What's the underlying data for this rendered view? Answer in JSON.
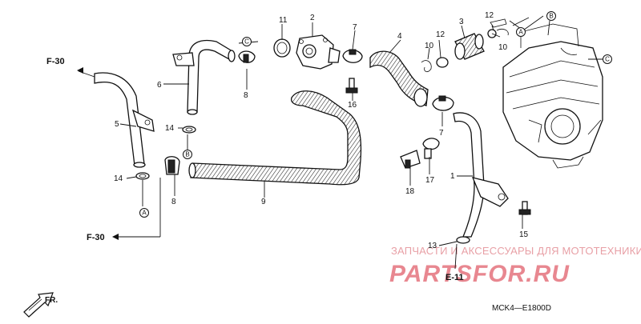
{
  "callouts": {
    "n1": "1",
    "n2": "2",
    "n3": "3",
    "n4": "4",
    "n5": "5",
    "n6": "6",
    "n7a": "7",
    "n7b": "7",
    "n8a": "8",
    "n8b": "8",
    "n9": "9",
    "n10a": "10",
    "n10b": "10",
    "n11": "11",
    "n12a": "12",
    "n12b": "12",
    "n13": "13",
    "n14a": "14",
    "n14b": "14",
    "n15": "15",
    "n16": "16",
    "n17": "17",
    "n18": "18"
  },
  "refs": {
    "f30_top": "F-30",
    "f30_bottom": "F-30",
    "e11": "E-11",
    "fr": "FR."
  },
  "markers": {
    "a1": "A",
    "a2": "A",
    "b1": "B",
    "b2": "B",
    "c1": "C",
    "c2": "C"
  },
  "diagram_code": "MCK4—E1800D",
  "watermark": {
    "line1": "ЗАПЧАСТИ И АКСЕССУАРЫ ДЛЯ МОТОТЕХНИКИ",
    "brand": "PARTSFOR.RU"
  }
}
